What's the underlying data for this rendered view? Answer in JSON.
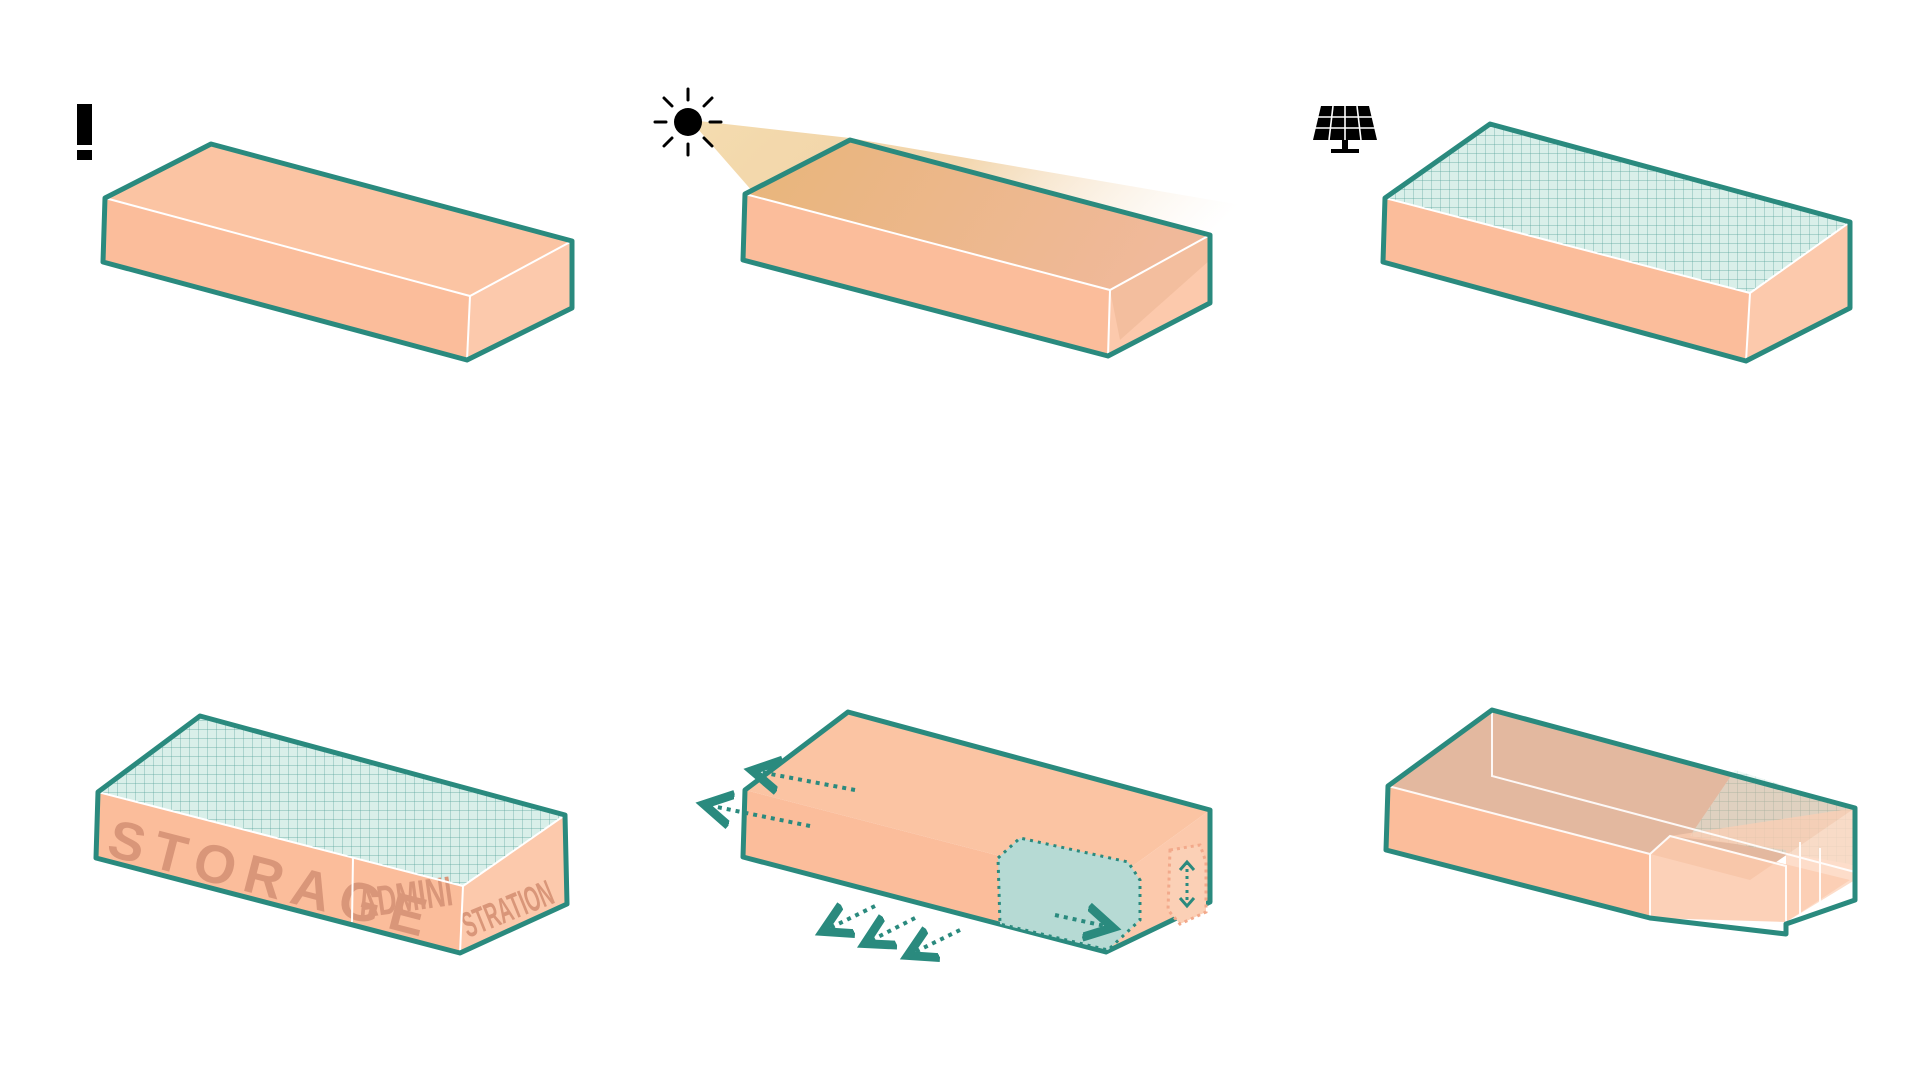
{
  "colors": {
    "outline": "#2a8a7e",
    "top": "#fbc7a6",
    "front": "#fbc1a0",
    "side": "#fccaad",
    "text_fill": "#d99679",
    "grid": "#2a8a7e",
    "grid_fill": "#d9efe9",
    "sun_glow": "#e9b76f"
  },
  "icons": {
    "warning": "exclamation-icon",
    "sun": "sun-icon",
    "solar": "solar-panel-icon"
  },
  "labels": {
    "storage": "STORAGE",
    "admin": "ADMINI",
    "stration": "STRATION"
  }
}
